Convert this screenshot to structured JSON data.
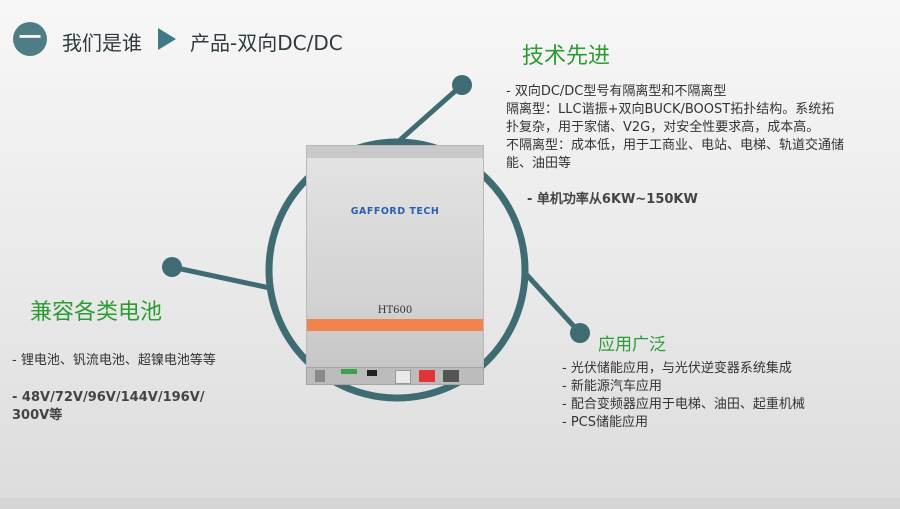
{
  "header": {
    "badge": "一",
    "section": "我们是谁",
    "product": "产品-双向DC/DC"
  },
  "device": {
    "brand": "GAFFORD TECH",
    "model": "HT600"
  },
  "colors": {
    "accent": "#3f7a86",
    "green": "#2d9b34",
    "orange": "#f2834c",
    "ring": "#3f6b73"
  },
  "tech": {
    "title": "技术先进",
    "lines": [
      "- 双向DC/DC型号有隔离型和不隔离型",
      "隔离型：LLC谐振+双向BUCK/BOOST拓扑结构。系统拓",
      "扑复杂，用于家储、V2G，对安全性要求高，成本高。",
      "不隔离型：成本低，用于工商业、电站、电梯、轨道交通储",
      "能、油田等"
    ],
    "power": "- 单机功率从6KW~150KW"
  },
  "battery": {
    "title": "兼容各类电池",
    "types": "- 锂电池、钒流电池、超镍电池等等",
    "voltages_line1": "- 48V/72V/96V/144V/196V/",
    "voltages_line2": "300V等"
  },
  "apps": {
    "title": "应用广泛",
    "items": [
      "- 光伏储能应用，与光伏逆变器系统集成",
      "- 新能源汽车应用",
      "- 配合变频器应用于电梯、油田、起重机械",
      "- PCS储能应用"
    ]
  }
}
